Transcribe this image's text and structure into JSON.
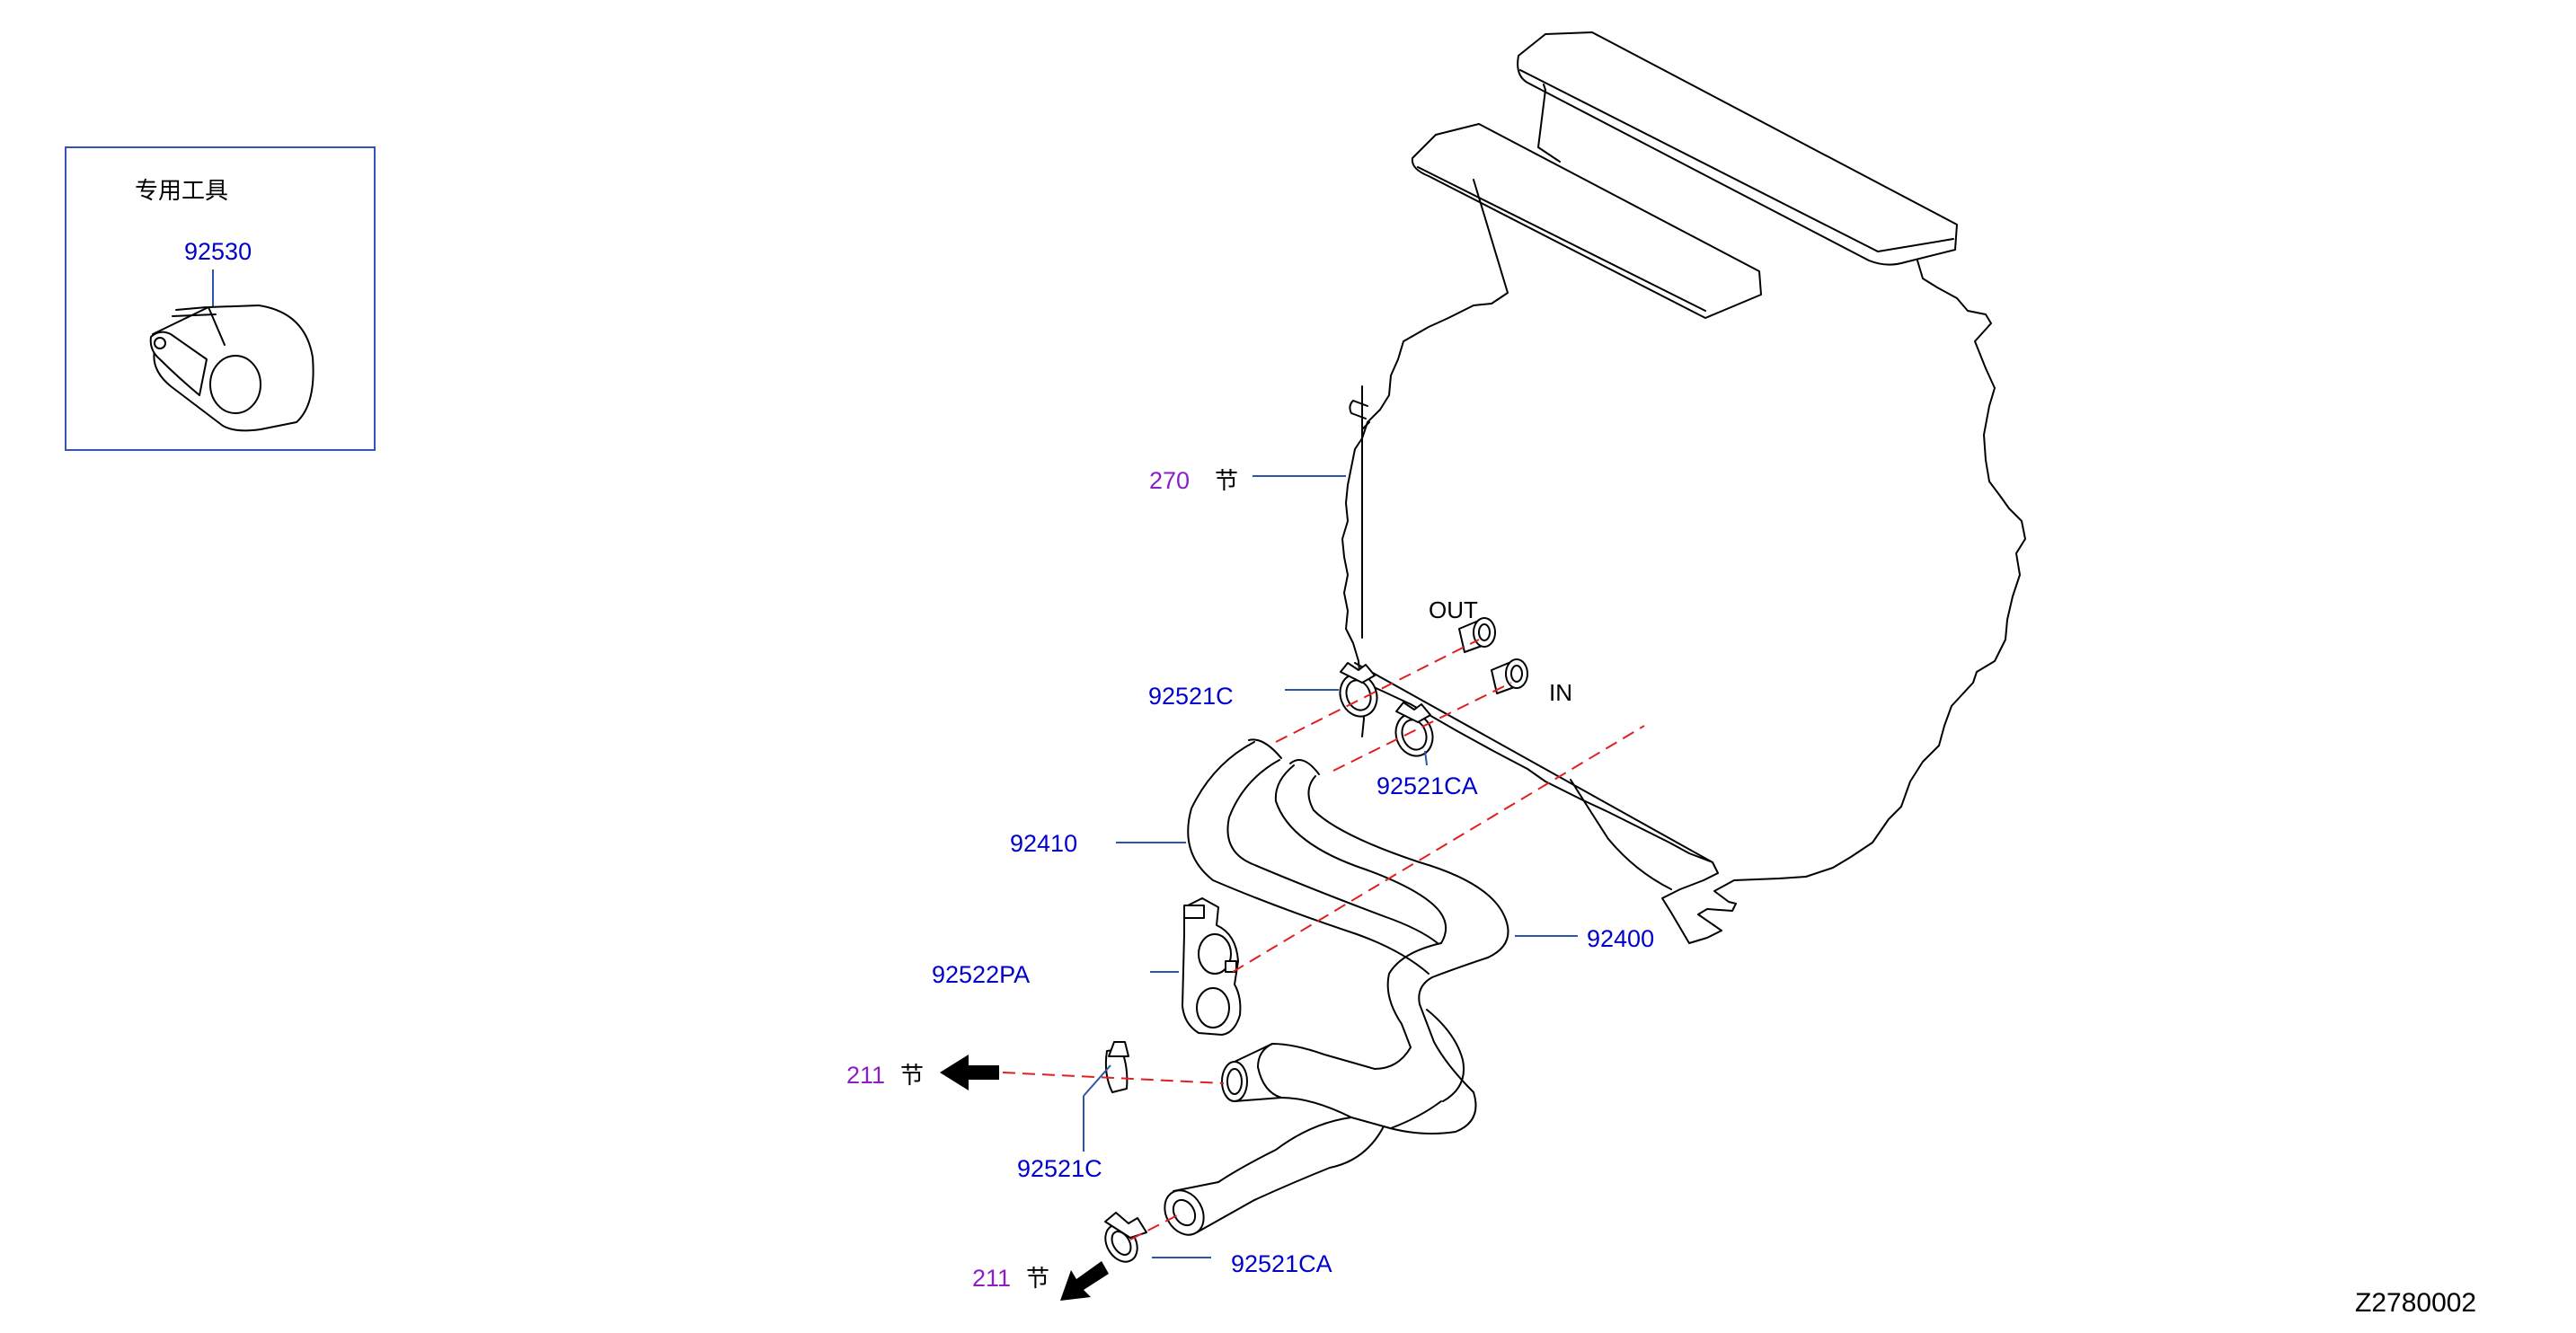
{
  "tool_box": {
    "title": "专用工具",
    "part": "92530"
  },
  "labels": {
    "unit_ref_num": "270",
    "unit_ref_char": "节",
    "out": "OUT",
    "in": "IN",
    "clamp_top": "92521C",
    "clamp_top_b": "92521CA",
    "hose_inlet": "92410",
    "hose_outlet": "92400",
    "bracket": "92522PA",
    "ref_mid_num": "211",
    "ref_mid_char": "节",
    "clamp_bottom": "92521C",
    "ref_low_num": "211",
    "ref_low_char": "节",
    "clamp_bottom_b": "92521CA"
  },
  "diagram_code": "Z2780002",
  "colors": {
    "part_number": "#0000cc",
    "section_ref": "#8a1fc8",
    "leader": "#2a55a8",
    "pipe_line": "#e02020",
    "frame": "#3355bb"
  }
}
